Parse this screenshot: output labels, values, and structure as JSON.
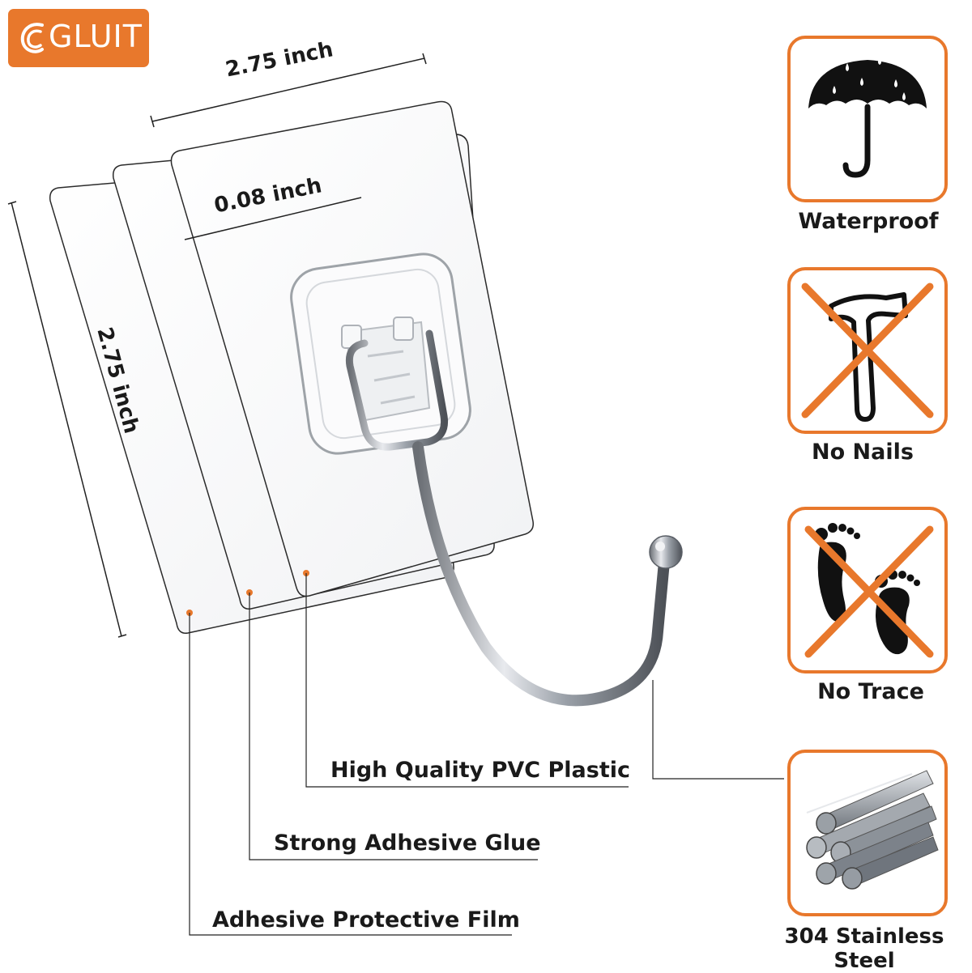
{
  "brand": {
    "name": "GLUIT"
  },
  "dimensions": {
    "width": "2.75 inch",
    "height": "2.75 inch",
    "thickness": "0.08 inch"
  },
  "layers": [
    {
      "label": "High Quality PVC Plastic"
    },
    {
      "label": "Strong Adhesive Glue"
    },
    {
      "label": "Adhesive Protective Film"
    }
  ],
  "features": [
    {
      "label": "Waterproof",
      "icon": "umbrella-icon"
    },
    {
      "label": "No Nails",
      "icon": "hammer-crossed-icon"
    },
    {
      "label": "No Trace",
      "icon": "footprints-crossed-icon"
    },
    {
      "label": "304 Stainless Steel",
      "icon": "steel-rods-icon"
    }
  ],
  "colors": {
    "accent": "#e8782c",
    "text": "#1a1a1a"
  }
}
